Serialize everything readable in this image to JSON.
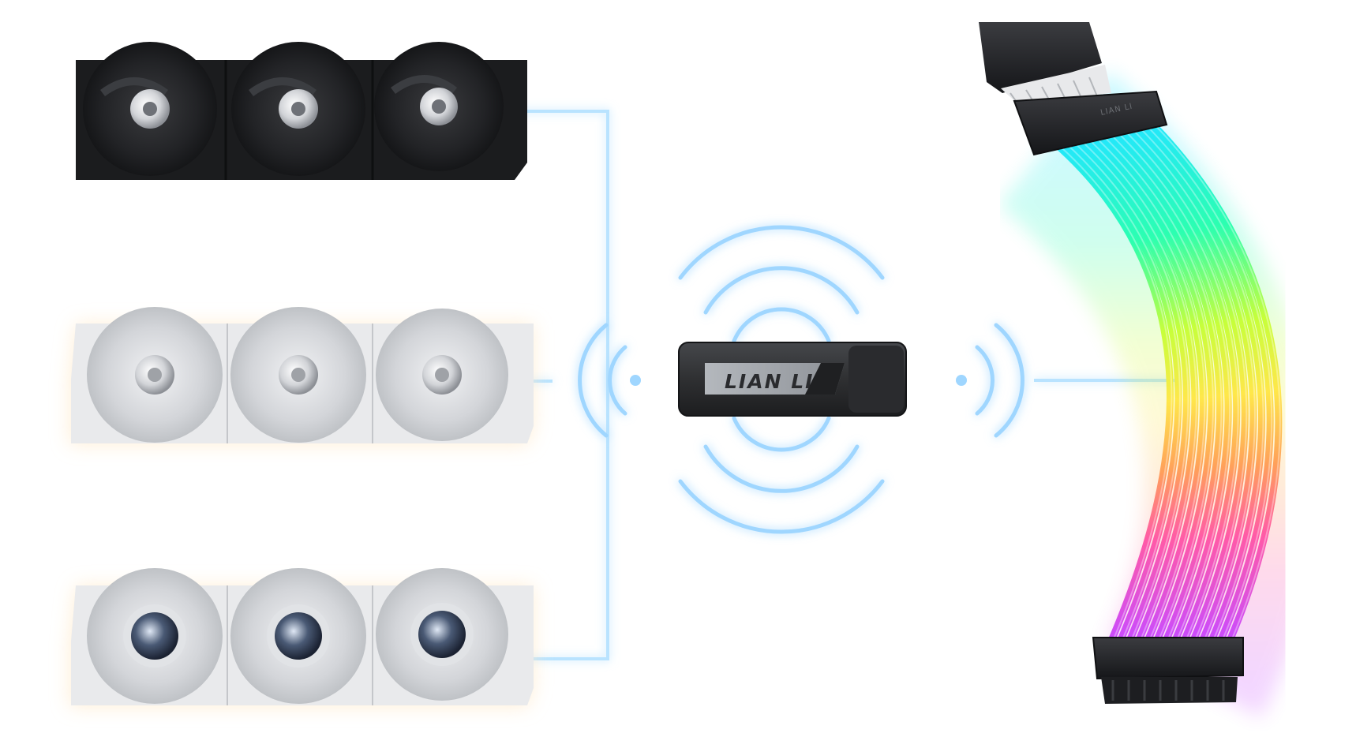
{
  "dongle": {
    "brand_label": "LIAN LI",
    "body_color": "#2f3032",
    "label_color": "#9fa3a8"
  },
  "cable": {
    "connector_label": "LIAN LI",
    "rgb_colors": [
      "#00e5ff",
      "#1aff9c",
      "#b6ff3a",
      "#ffe94a",
      "#ff9a52",
      "#ff4fae",
      "#d04bff"
    ]
  },
  "fans": [
    {
      "name": "fan-group-black",
      "frame_color": "#1b1c1e",
      "blade_color": "#2b2c2f",
      "hub": "silver",
      "count": 3
    },
    {
      "name": "fan-group-white",
      "frame_color": "#e9eaec",
      "blade_color": "#d7d9dc",
      "hub": "silver",
      "count": 3
    },
    {
      "name": "fan-group-white-mirror",
      "frame_color": "#e9eaec",
      "blade_color": "#dadcdf",
      "hub": "mirror",
      "count": 3
    }
  ],
  "signal_color": "#9fd6ff",
  "connector_line_color": "#b9e3ff"
}
